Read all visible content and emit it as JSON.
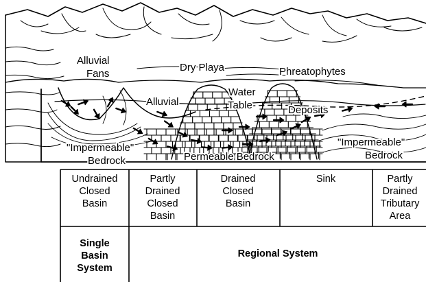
{
  "block_labels": {
    "alluvial_fans": [
      "Alluvial",
      "Fans"
    ],
    "dry_playa": "Dry Playa",
    "phreatophytes": "Phreatophytes",
    "alluvial": "Alluvial",
    "water_table": [
      "Water",
      "Table"
    ],
    "deposits": "Deposits",
    "impermeable_left": [
      "\"Impermeable\"",
      "Bedrock"
    ],
    "permeable_bedrock": "Permeable Bedrock",
    "impermeable_right": [
      "\"Impermeable\"",
      "Bedrock"
    ]
  },
  "basin_types": [
    {
      "lines": [
        "Undrained",
        "Closed",
        "Basin"
      ]
    },
    {
      "lines": [
        "Partly",
        "Drained",
        "Closed",
        "Basin"
      ]
    },
    {
      "lines": [
        "Drained",
        "Closed",
        "Basin"
      ]
    },
    {
      "lines": [
        "Sink"
      ]
    },
    {
      "lines": [
        "Partly",
        "Drained",
        "Tributary",
        "Area"
      ]
    }
  ],
  "systems": {
    "single": [
      "Single",
      "Basin",
      "System"
    ],
    "regional": "Regional System"
  }
}
